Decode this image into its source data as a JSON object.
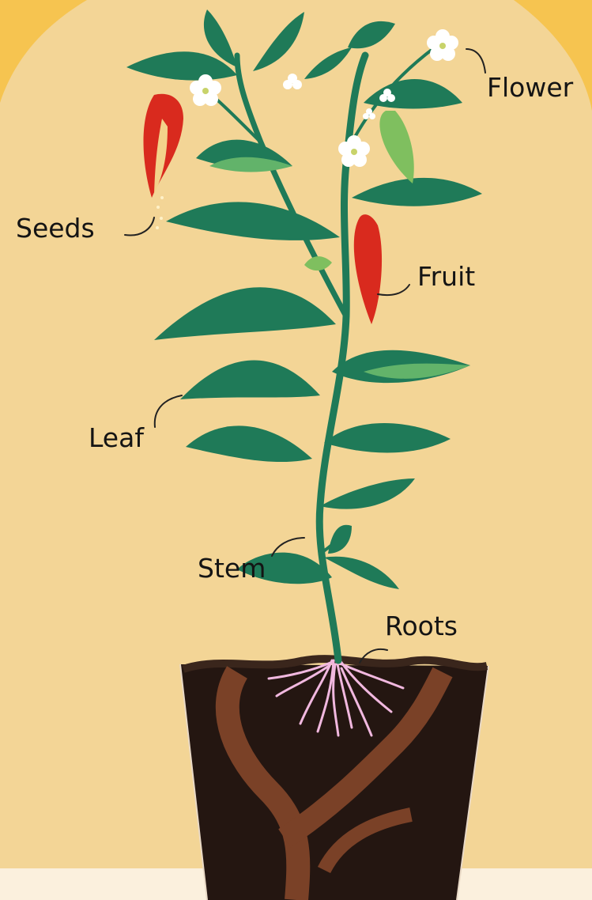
{
  "diagram": {
    "subject": "chili pepper plant in pot",
    "labels": {
      "flower": "Flower",
      "seeds": "Seeds",
      "fruit": "Fruit",
      "leaf": "Leaf",
      "stem": "Stem",
      "roots": "Roots"
    },
    "colors": {
      "background": "#f3d596",
      "glow": "#f7c75a",
      "leaf_dark": "#1f7a58",
      "leaf_light": "#62b36a",
      "pepper_red": "#d92a1e",
      "pepper_green": "#7fbf5f",
      "soil": "#241611",
      "soil_vein": "#7a4127",
      "roots": "#f1b8df",
      "flower": "#ffffff",
      "floor": "#fbf0dd"
    }
  }
}
